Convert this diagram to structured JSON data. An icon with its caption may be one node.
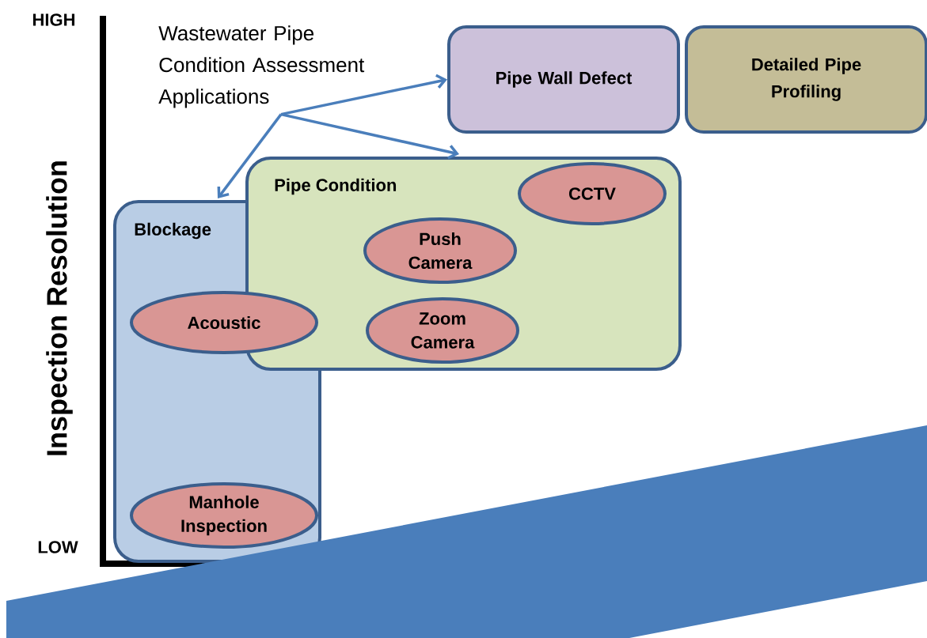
{
  "diagram": {
    "nodes": [
      {
        "text": [
          "Wastewater Pipe Condition Assessment Applications"
        ]
      },
      {
        "text": [
          "Pipe Wall Defect"
        ]
      },
      {
        "text": [
          "Detailed Pipe Profiling"
        ]
      },
      {
        "text": [
          "Blockage"
        ]
      },
      {
        "text": [
          "Pipe  Condition"
        ]
      },
      {
        "text": [
          "CCTV"
        ],
        "in": 4
      },
      {
        "text": [
          "Push Camera"
        ],
        "in": 4
      },
      {
        "text": [
          "Zoom Camera"
        ],
        "in": 4
      },
      {
        "text": [
          "Acoustic"
        ],
        "in": 3
      },
      {
        "text": [
          "Manhole Inspection"
        ],
        "in": 3
      }
    ],
    "edges": [
      {
        "from": 0,
        "to": 1,
        "arrow": "to"
      },
      {
        "from": 0,
        "to": 4,
        "arrow": "to"
      },
      {
        "from": 0,
        "to": 3,
        "arrow": "to"
      }
    ],
    "labels": [
      "HIGH",
      "Inspection Resolution",
      "LOW"
    ]
  }
}
